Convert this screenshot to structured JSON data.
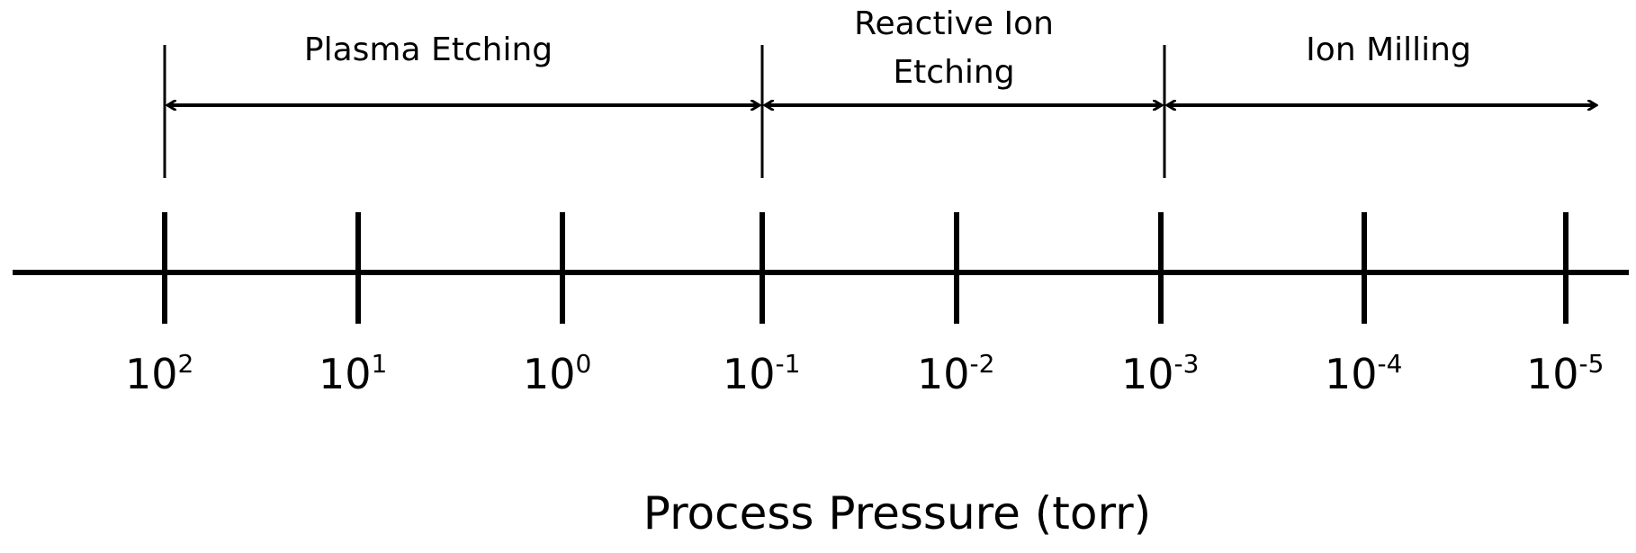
{
  "diagram": {
    "axis_title": "Process Pressure (torr)",
    "tick_labels": [
      {
        "base": "10",
        "exp": "2"
      },
      {
        "base": "10",
        "exp": "1"
      },
      {
        "base": "10",
        "exp": "0"
      },
      {
        "base": "10",
        "exp": "-1"
      },
      {
        "base": "10",
        "exp": "-2"
      },
      {
        "base": "10",
        "exp": "-3"
      },
      {
        "base": "10",
        "exp": "-4"
      },
      {
        "base": "10",
        "exp": "-5"
      }
    ],
    "regions": [
      {
        "lines": [
          "Plasma Etching"
        ]
      },
      {
        "lines": [
          "Reactive Ion",
          "Etching"
        ]
      },
      {
        "lines": [
          "Ion Milling"
        ]
      }
    ],
    "colors": {
      "stroke": "#000000",
      "background": "#ffffff"
    }
  }
}
